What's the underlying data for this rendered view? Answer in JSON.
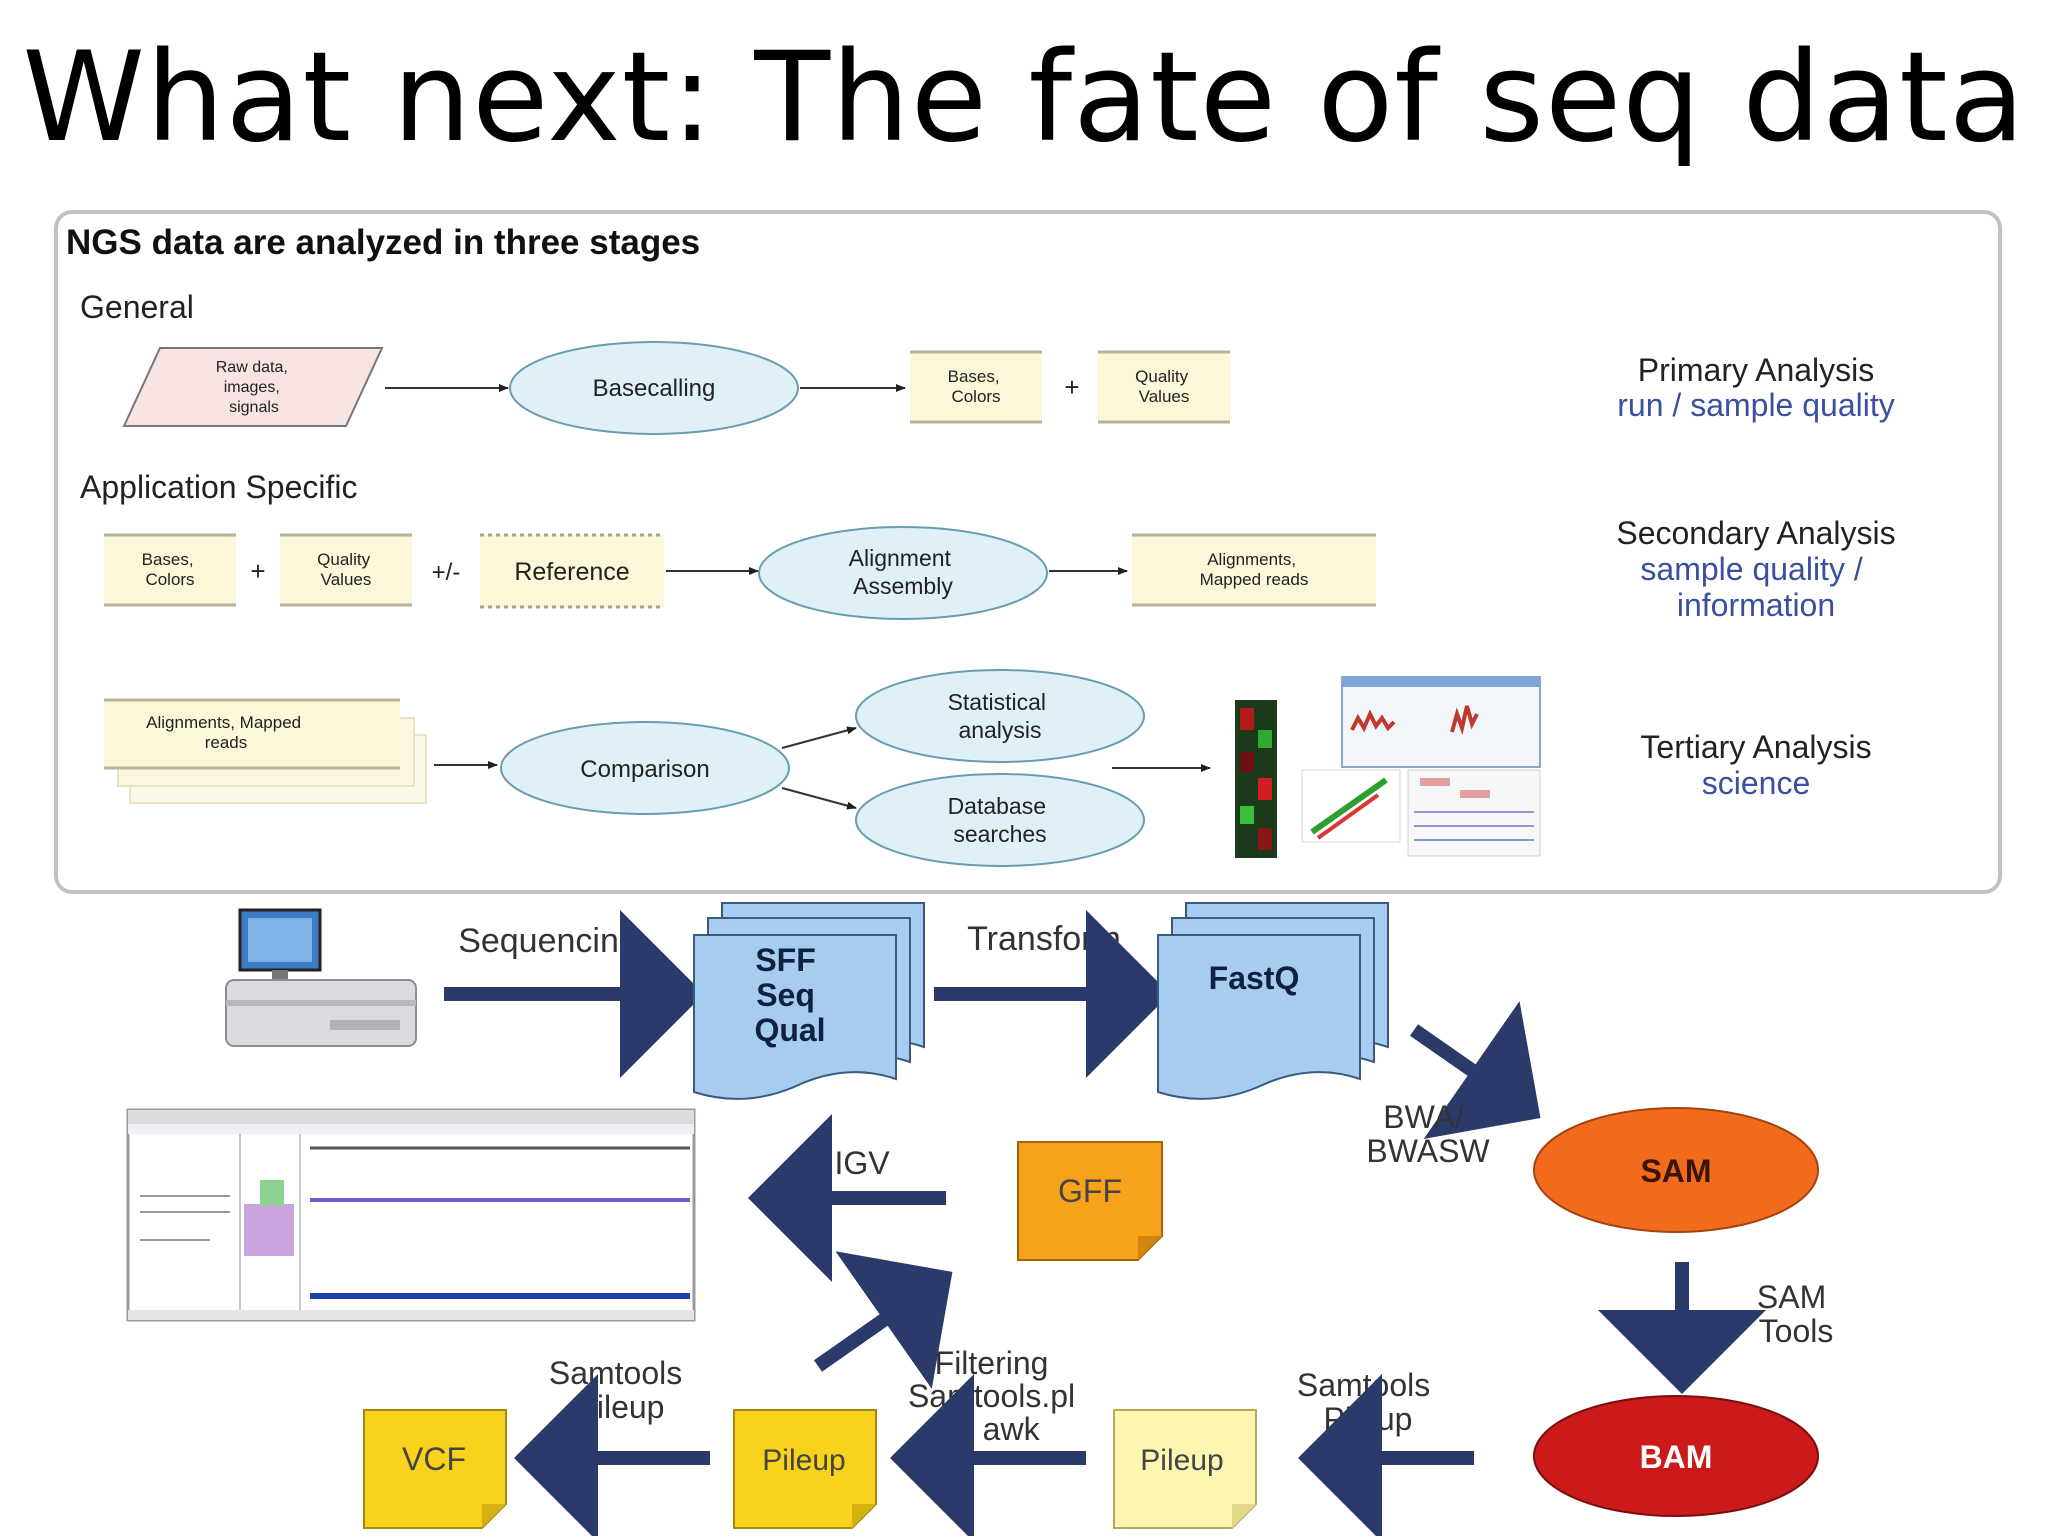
{
  "slide": {
    "title": "What next: The fate of seq data"
  },
  "stages_panel": {
    "heading": "NGS data are analyzed in three stages",
    "general": {
      "label": "General",
      "raw_data": [
        "Raw data,",
        "images,",
        "signals"
      ],
      "basecalling": "Basecalling",
      "bases_colors": [
        "Bases,",
        "Colors"
      ],
      "plus": "+",
      "quality_values": [
        "Quality",
        "Values"
      ],
      "stage_title": "Primary Analysis",
      "stage_sub": "run / sample quality"
    },
    "application_specific": {
      "label": "Application Specific",
      "bases_colors": [
        "Bases,",
        "Colors"
      ],
      "plus": "+",
      "quality_values": [
        "Quality",
        "Values"
      ],
      "plus_minus": "+/-",
      "reference": "Reference",
      "alignment": [
        "Alignment",
        "Assembly"
      ],
      "alignments_out": [
        "Alignments,",
        "Mapped reads"
      ],
      "stage_title": "Secondary Analysis",
      "stage_sub": [
        "sample quality /",
        "information"
      ]
    },
    "tertiary": {
      "alignments_in": [
        "Alignments, Mapped",
        "reads"
      ],
      "comparison": "Comparison",
      "statistical": [
        "Statistical",
        "analysis"
      ],
      "database": [
        "Database",
        "searches"
      ],
      "stage_title": "Tertiary Analysis",
      "stage_sub": "science"
    }
  },
  "pipeline": {
    "sequencing": "Sequencing",
    "sff": [
      "SFF",
      "Seq",
      "Qual"
    ],
    "transform": "Transform",
    "fastq": "FastQ",
    "bwa": [
      "BWA/",
      "BWASW"
    ],
    "sam": "SAM",
    "sam_tools": [
      "SAM",
      "Tools"
    ],
    "bam": "BAM",
    "samtools_pileup_right": [
      "Samtools",
      "Pileup"
    ],
    "pileup_right": "Pileup",
    "filtering": [
      "Filtering",
      "Samtools.pl",
      "& awk"
    ],
    "pileup_left": "Pileup",
    "samtools_pileup_left": [
      "Samtools",
      "Pileup"
    ],
    "vcf": "VCF",
    "gff": "GFF",
    "igv": "IGV"
  },
  "colors": {
    "arrow": "#2b3a6b",
    "doc_blue": "#a6cdf0",
    "sam_orange": "#f26b1d",
    "bam_red": "#cc1a1a",
    "gff_orange": "#f7a21a",
    "vcf_yellow": "#f8d21c",
    "pileup_light": "#fbf6b0",
    "ellipse": "#dff1f7",
    "note": "#fbf7d8",
    "raw": "#f9e4e4"
  }
}
